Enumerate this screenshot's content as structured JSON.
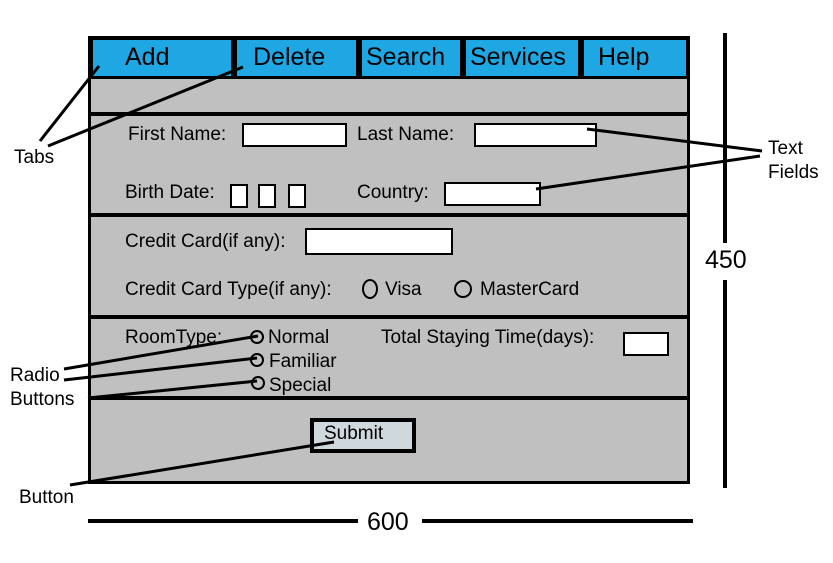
{
  "tabs": [
    {
      "label": "Add"
    },
    {
      "label": "Delete"
    },
    {
      "label": "Search"
    },
    {
      "label": "Services"
    },
    {
      "label": "Help"
    }
  ],
  "personal": {
    "first_name_label": "First Name:",
    "last_name_label": "Last Name:",
    "birth_date_label": "Birth Date:",
    "country_label": "Country:"
  },
  "payment": {
    "credit_card_label": "Credit Card(if any):",
    "card_type_label": "Credit Card Type(if any):",
    "options": [
      "Visa",
      "MasterCard"
    ]
  },
  "room": {
    "room_type_label": "RoomType:",
    "options": [
      "Normal",
      "Familiar",
      "Special"
    ],
    "staying_time_label": "Total Staying Time(days):"
  },
  "submit_label": "Submit",
  "annotations": {
    "tabs": "Tabs",
    "text_fields_line1": "Text",
    "text_fields_line2": "Fields",
    "radio_line1": "Radio",
    "radio_line2": "Buttons",
    "button": "Button",
    "height": "450",
    "width": "600"
  }
}
